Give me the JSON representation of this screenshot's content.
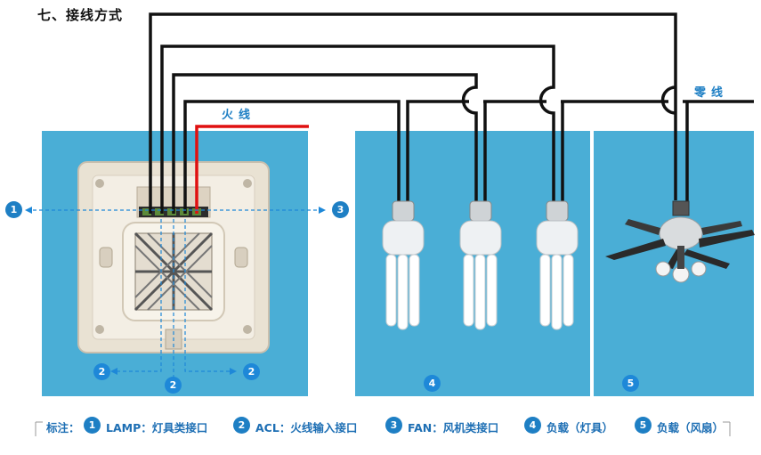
{
  "title": "七、接线方式",
  "labels": {
    "live": "火线",
    "neutral": "零线"
  },
  "markers": {
    "m1": "1",
    "m2a": "2",
    "m2b": "2",
    "m2c": "2",
    "m3": "3",
    "m4": "4",
    "m5": "5"
  },
  "legend": {
    "prefix": "标注：",
    "items": [
      {
        "num": "1",
        "text": "LAMP：灯具类接口"
      },
      {
        "num": "2",
        "text": "ACL：火线输入接口"
      },
      {
        "num": "3",
        "text": "FAN：风机类接口"
      },
      {
        "num": "4",
        "text": "负载（灯具）"
      },
      {
        "num": "5",
        "text": "负载（风扇）"
      }
    ]
  },
  "colors": {
    "panel": "#4aaed6",
    "live_wire": "#e01010",
    "wire": "#111111",
    "accent": "#1e7fc4"
  }
}
